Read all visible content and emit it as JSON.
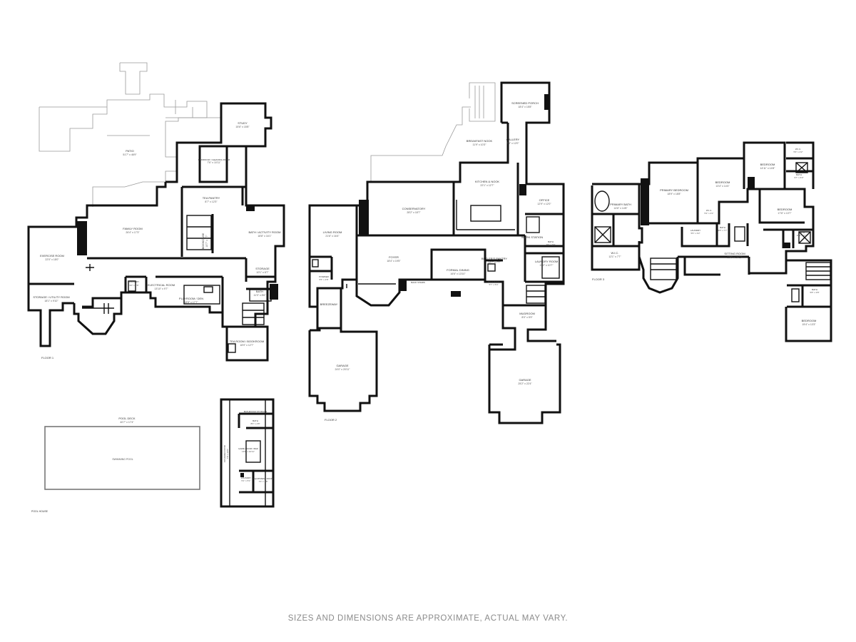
{
  "disclaimer": "SIZES AND DIMENSIONS ARE APPROXIMATE, ACTUAL MAY VARY.",
  "floors": [
    {
      "caption": "FLOOR 1",
      "rooms": [
        {
          "name": "STUDY",
          "dim": "15'6\" x 15'8\""
        },
        {
          "name": "PATIO",
          "dim": "51'7\" x 46'9\""
        },
        {
          "name": "MUDROOM / CLEANING ROOM",
          "dim": "7'6\" x 10'11\""
        },
        {
          "name": "TEA PANTRY",
          "dim": "8'7\" x 12'3\""
        },
        {
          "name": "FAMILY ROOM",
          "dim": "26'4\" x 17'3\""
        },
        {
          "name": "BATH / ACTIVITY ROOM",
          "dim": "18'8\" x 16'1\""
        },
        {
          "name": "EXERCISE ROOM",
          "dim": "22'0\" x 18'0\""
        },
        {
          "name": "STORAGE / UTILITY ROOM",
          "dim": "18'1\" x 9'10\""
        },
        {
          "name": "STORAGE",
          "dim": "10'1\" x 6'7\""
        },
        {
          "name": "BATH",
          "dim": "11'3\" x 8'6\""
        },
        {
          "name": "ELECTRICAL ROOM",
          "dim": "13'10\" x 9'7\""
        },
        {
          "name": "PLAYROOM / DEN",
          "dim": "18'8\" x 17'7\""
        },
        {
          "name": "LAUNDRY",
          "dim": "9'0\" x 9'8\""
        },
        {
          "name": "TEA ROOM / BOOKROOM",
          "dim": "18'9\" x 12'7\""
        },
        {
          "name": "BOOKCASE",
          "dim": "10'7\" x 5'7\""
        }
      ]
    },
    {
      "caption": "FLOOR 2",
      "rooms": [
        {
          "name": "SCREENED PORCH",
          "dim": "18'4\" x 15'8\""
        },
        {
          "name": "BREAKFAST NOOK",
          "dim": "11'9\" x 10'3\""
        },
        {
          "name": "GALLERY",
          "dim": "7'9\" x 12'0\""
        },
        {
          "name": "KITCHEN & NOOK",
          "dim": "22'1\" x 12'7\""
        },
        {
          "name": "CONSERVATORY",
          "dim": "28'2\" x 18'7\""
        },
        {
          "name": "LIVING ROOM",
          "dim": "21'6\" x 16'4\""
        },
        {
          "name": "OFFICE",
          "dim": "12'9\" x 12'0\""
        },
        {
          "name": "WORK STATION",
          "dim": ""
        },
        {
          "name": "BATH",
          "dim": "7'6\" x 5'6\""
        },
        {
          "name": "POWDER",
          "dim": "5'5\" x 4'8\""
        },
        {
          "name": "LAUNDRY ROOM",
          "dim": "11'2\" x 10'7\""
        },
        {
          "name": "FOYER",
          "dim": "18'4\" x 19'5\""
        },
        {
          "name": "FORMAL DINING",
          "dim": "16'6\" x 13'10\""
        },
        {
          "name": "BUTLER'S PANTRY",
          "dim": "12'7\" x 7'7\""
        },
        {
          "name": "HALF BATH",
          "dim": "5'7\" x 5'4\""
        },
        {
          "name": "MUDROOM",
          "dim": "8'0\" x 5'9\""
        },
        {
          "name": "BREEZEWAY",
          "dim": ""
        },
        {
          "name": "GARAGE",
          "dim": "24'0\" x 20'11\""
        },
        {
          "name": "GARAGE",
          "dim": "25'2\" x 22'4\""
        },
        {
          "name": "BACK STAIRS",
          "dim": ""
        }
      ]
    },
    {
      "caption": "FLOOR 3",
      "rooms": [
        {
          "name": "PRIMARY BATH",
          "dim": "14'6\" x 14'8\""
        },
        {
          "name": "PRIMARY BEDROOM",
          "dim": "18'9\" x 18'8\""
        },
        {
          "name": "BEDROOM",
          "dim": "13'4\" x 14'4\""
        },
        {
          "name": "BEDROOM",
          "dim": "14'11\" x 14'8\""
        },
        {
          "name": "BEDROOM",
          "dim": "17'6\" x 13'7\""
        },
        {
          "name": "BEDROOM",
          "dim": "15'4\" x 13'3\""
        },
        {
          "name": "W.I.C.",
          "dim": "12'1\" x 7'7\""
        },
        {
          "name": "BATH",
          "dim": "9'8\" x 7'7\""
        },
        {
          "name": "BATH",
          "dim": "10'5\" x 6'1\""
        },
        {
          "name": "BATH",
          "dim": "9'7\" x 6'3\""
        },
        {
          "name": "W.I.C.",
          "dim": "5'9\" x 4'2\""
        },
        {
          "name": "W.I.C.",
          "dim": "5'2\" x 4'1\""
        },
        {
          "name": "BATH",
          "dim": "5'8\" x 3'8\""
        },
        {
          "name": "SITTING ROOM",
          "dim": "19'6\" x 10'11\""
        },
        {
          "name": "LAUNDRY",
          "dim": "5'6\" x 3'2\""
        }
      ]
    },
    {
      "caption": "POOL HOUSE",
      "rooms": [
        {
          "name": "POOL DECK",
          "dim": "40'7\" x 17'4\""
        },
        {
          "name": "SWIMMING POOL",
          "dim": ""
        },
        {
          "name": "BATH",
          "dim": "8'0\" x 4'8\""
        },
        {
          "name": "COVERED PATIO",
          "dim": "7'8\" x 22'0\""
        },
        {
          "name": "GAME ROOM / BAR",
          "dim": "16'6\" x 10'11\""
        },
        {
          "name": "BATHROOM STORAGE",
          "dim": ""
        },
        {
          "name": "LAUNDRY",
          "dim": "5'1\" x 5'1\""
        },
        {
          "name": "EQUIPMENT ROOM",
          "dim": "7'0\" x 3'8\""
        }
      ]
    }
  ]
}
